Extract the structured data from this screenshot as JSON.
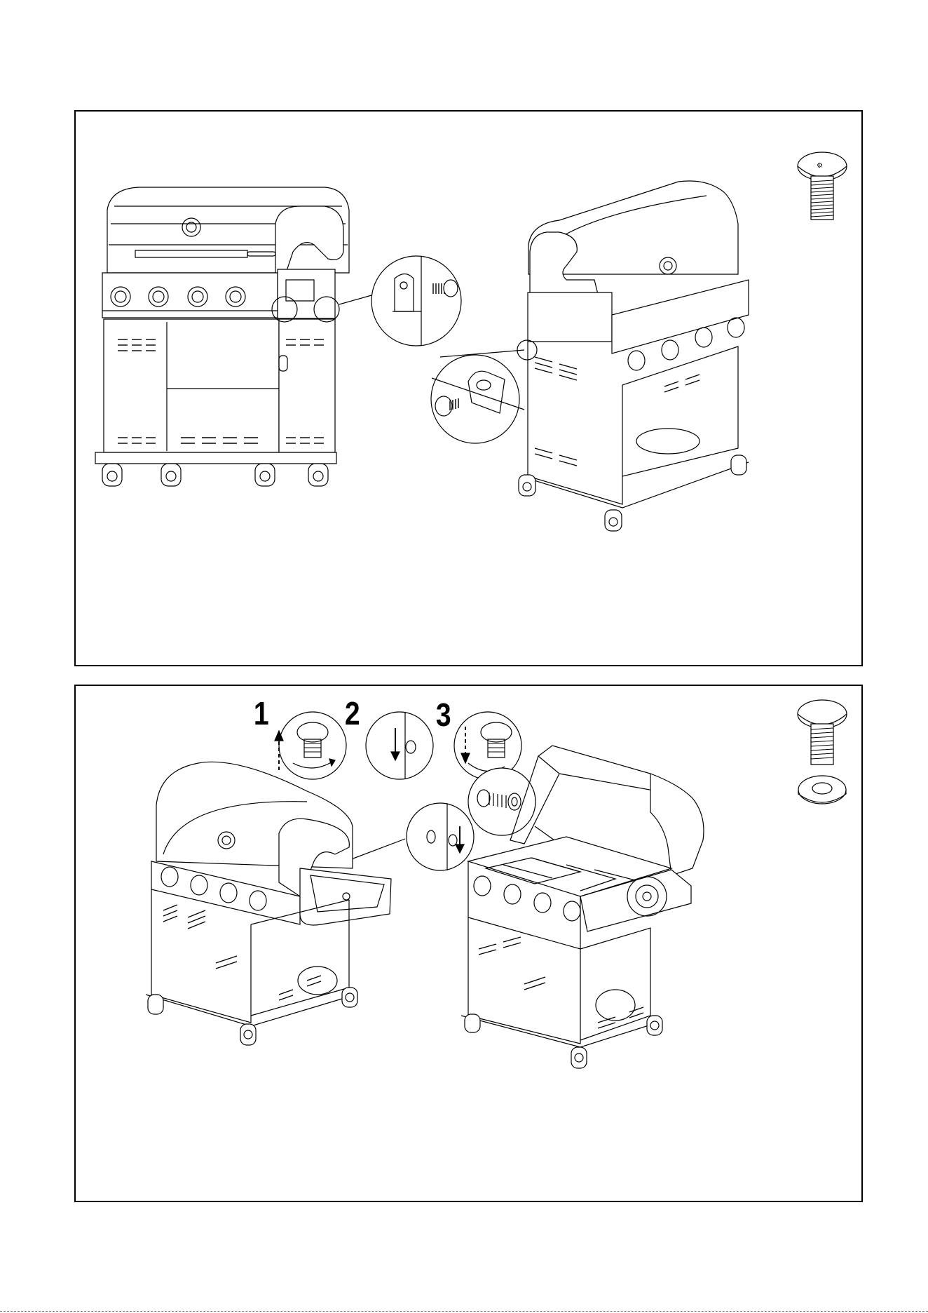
{
  "steps": [
    {
      "label": "1"
    },
    {
      "label": "2"
    },
    {
      "label": "3"
    }
  ],
  "icons": {
    "panel_1": [
      "carriage-bolt-icon",
      "grill-front-view",
      "grill-angled-view",
      "bolt-detail-magnifier-top",
      "bolt-detail-magnifier-bottom"
    ],
    "panel_2": [
      "carriage-bolt-icon",
      "washer-icon",
      "grill-side-shelf-view",
      "grill-open-lid-view",
      "step-1-loosen-bolt-magnifier",
      "step-2-slide-hook-magnifier",
      "step-3-tighten-bolt-magnifier",
      "hook-slot-magnifier",
      "bolt-washer-magnifier"
    ]
  }
}
